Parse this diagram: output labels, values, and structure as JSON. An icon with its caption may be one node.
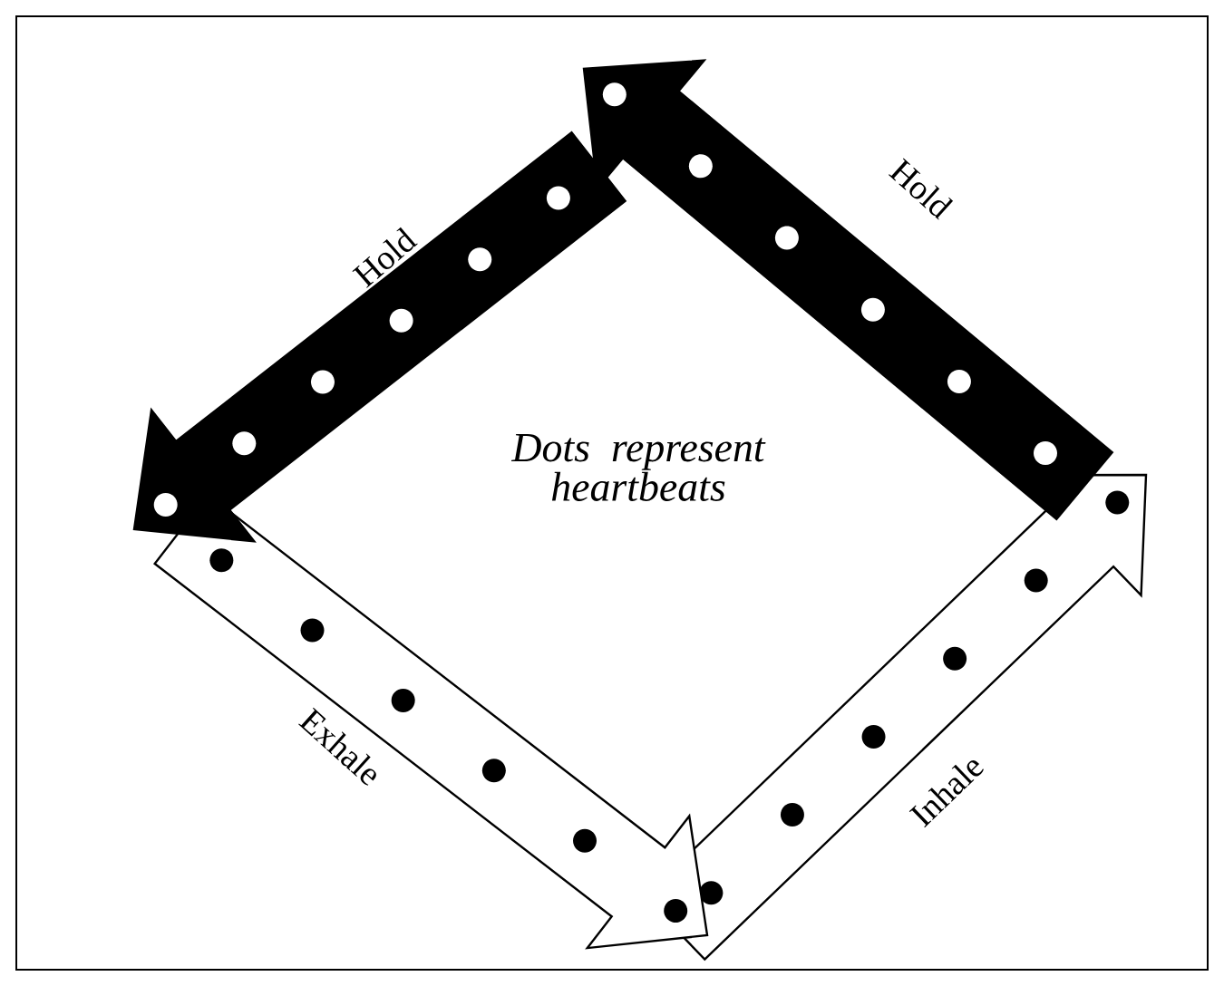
{
  "diagram": {
    "labels": [
      "Hold",
      "Hold",
      "Dots represent heartbeats",
      "Exhale",
      "Inhale"
    ]
  }
}
